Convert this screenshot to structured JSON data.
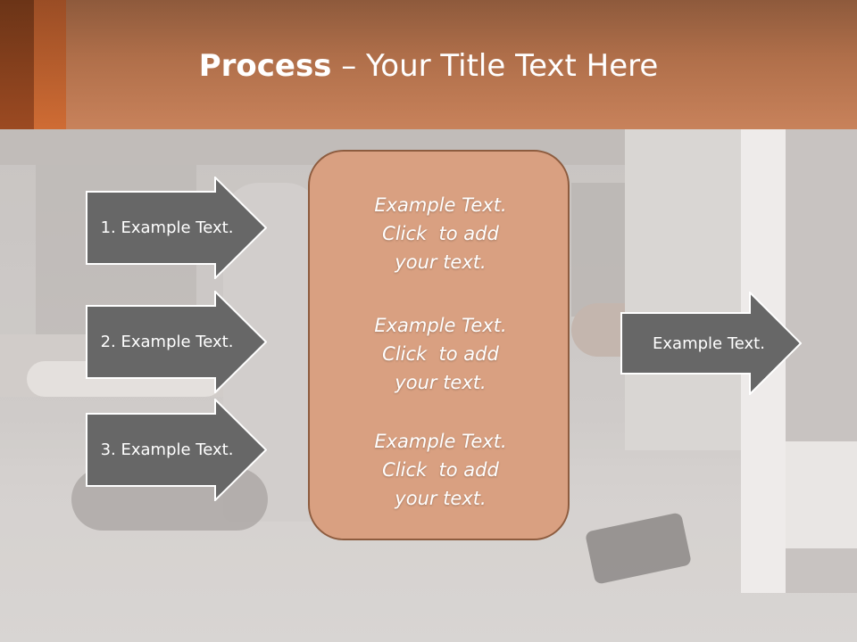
{
  "slide": {
    "title_bold": "Process",
    "title_rest": " – Your Title Text Here"
  },
  "steps": [
    {
      "label": "1. Example Text."
    },
    {
      "label": "2. Example Text."
    },
    {
      "label": "3. Example Text."
    }
  ],
  "center": {
    "blocks": [
      {
        "line1": "Example Text.",
        "line2": "Click  to add",
        "line3": "your text."
      },
      {
        "line1": "Example Text.",
        "line2": "Click  to add",
        "line3": "your text."
      },
      {
        "line1": "Example Text.",
        "line2": "Click  to add",
        "line3": "your text."
      }
    ]
  },
  "result": {
    "label": "Example Text."
  },
  "colors": {
    "header": "#c8825b",
    "accent_dark": "#6b3417",
    "accent_orange": "#cf6c34",
    "box_fill": "#d9a081",
    "box_border": "#8d5c3f",
    "arrow_fill": "#676767"
  },
  "icons": {
    "step_arrow": "right-arrow-shape"
  }
}
